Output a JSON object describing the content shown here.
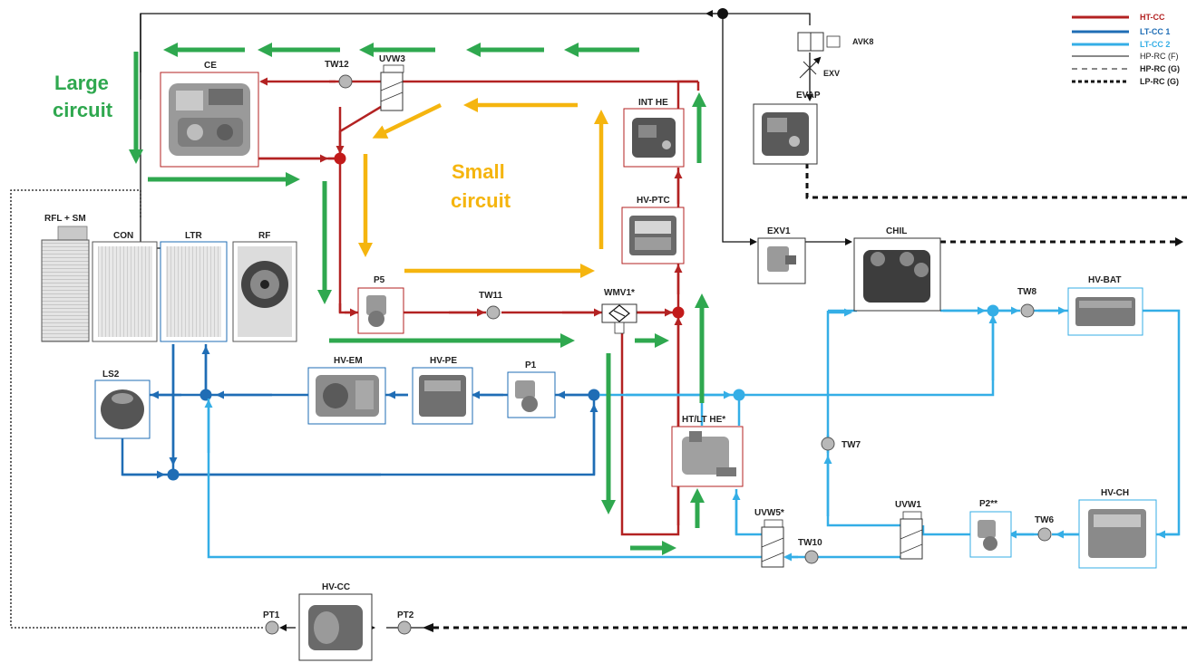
{
  "colors": {
    "ht_cc": "#b32222",
    "lt_cc1": "#1f6db5",
    "lt_cc2": "#34aee6",
    "refrigerant": "#111111",
    "flow_green": "#2fa84f",
    "flow_yellow": "#f5b50f",
    "sensor_fill": "#b8b8b8"
  },
  "annotations": {
    "large_circuit_line1": "Large",
    "large_circuit_line2": "circuit",
    "small_circuit_line1": "Small",
    "small_circuit_line2": "circuit"
  },
  "legend": [
    {
      "label": "HT-CC",
      "style": "ht"
    },
    {
      "label": "LT-CC 1",
      "style": "lt1"
    },
    {
      "label": "LT-CC 2",
      "style": "lt2"
    },
    {
      "label": "HP-RC (F)",
      "style": "solid"
    },
    {
      "label": "HP-RC (G)",
      "style": "dashed"
    },
    {
      "label": "LP-RC (G)",
      "style": "dotted-bold"
    }
  ],
  "components": {
    "ce": "CE",
    "uvw3": "UVW3",
    "tw12": "TW12",
    "int_he": "INT HE",
    "hv_ptc": "HV-PTC",
    "avk8": "AVK8",
    "exv": "EXV",
    "evap": "EVAP",
    "rfl_sm": "RFL + SM",
    "con": "CON",
    "ltr": "LTR",
    "rf": "RF",
    "p5": "P5",
    "tw11": "TW11",
    "wmv1": "WMV1*",
    "exv1": "EXV1",
    "chil": "CHIL",
    "tw8": "TW8",
    "hv_bat": "HV-BAT",
    "ls2": "LS2",
    "hv_em": "HV-EM",
    "hv_pe": "HV-PE",
    "p1": "P1",
    "ht_lt_he": "HT/LT HE*",
    "tw7": "TW7",
    "uvw5": "UVW5*",
    "tw10": "TW10",
    "uvw1": "UVW1",
    "p2": "P2**",
    "tw6": "TW6",
    "hv_ch": "HV-CH",
    "hv_cc": "HV-CC",
    "pt1": "PT1",
    "pt2": "PT2"
  }
}
